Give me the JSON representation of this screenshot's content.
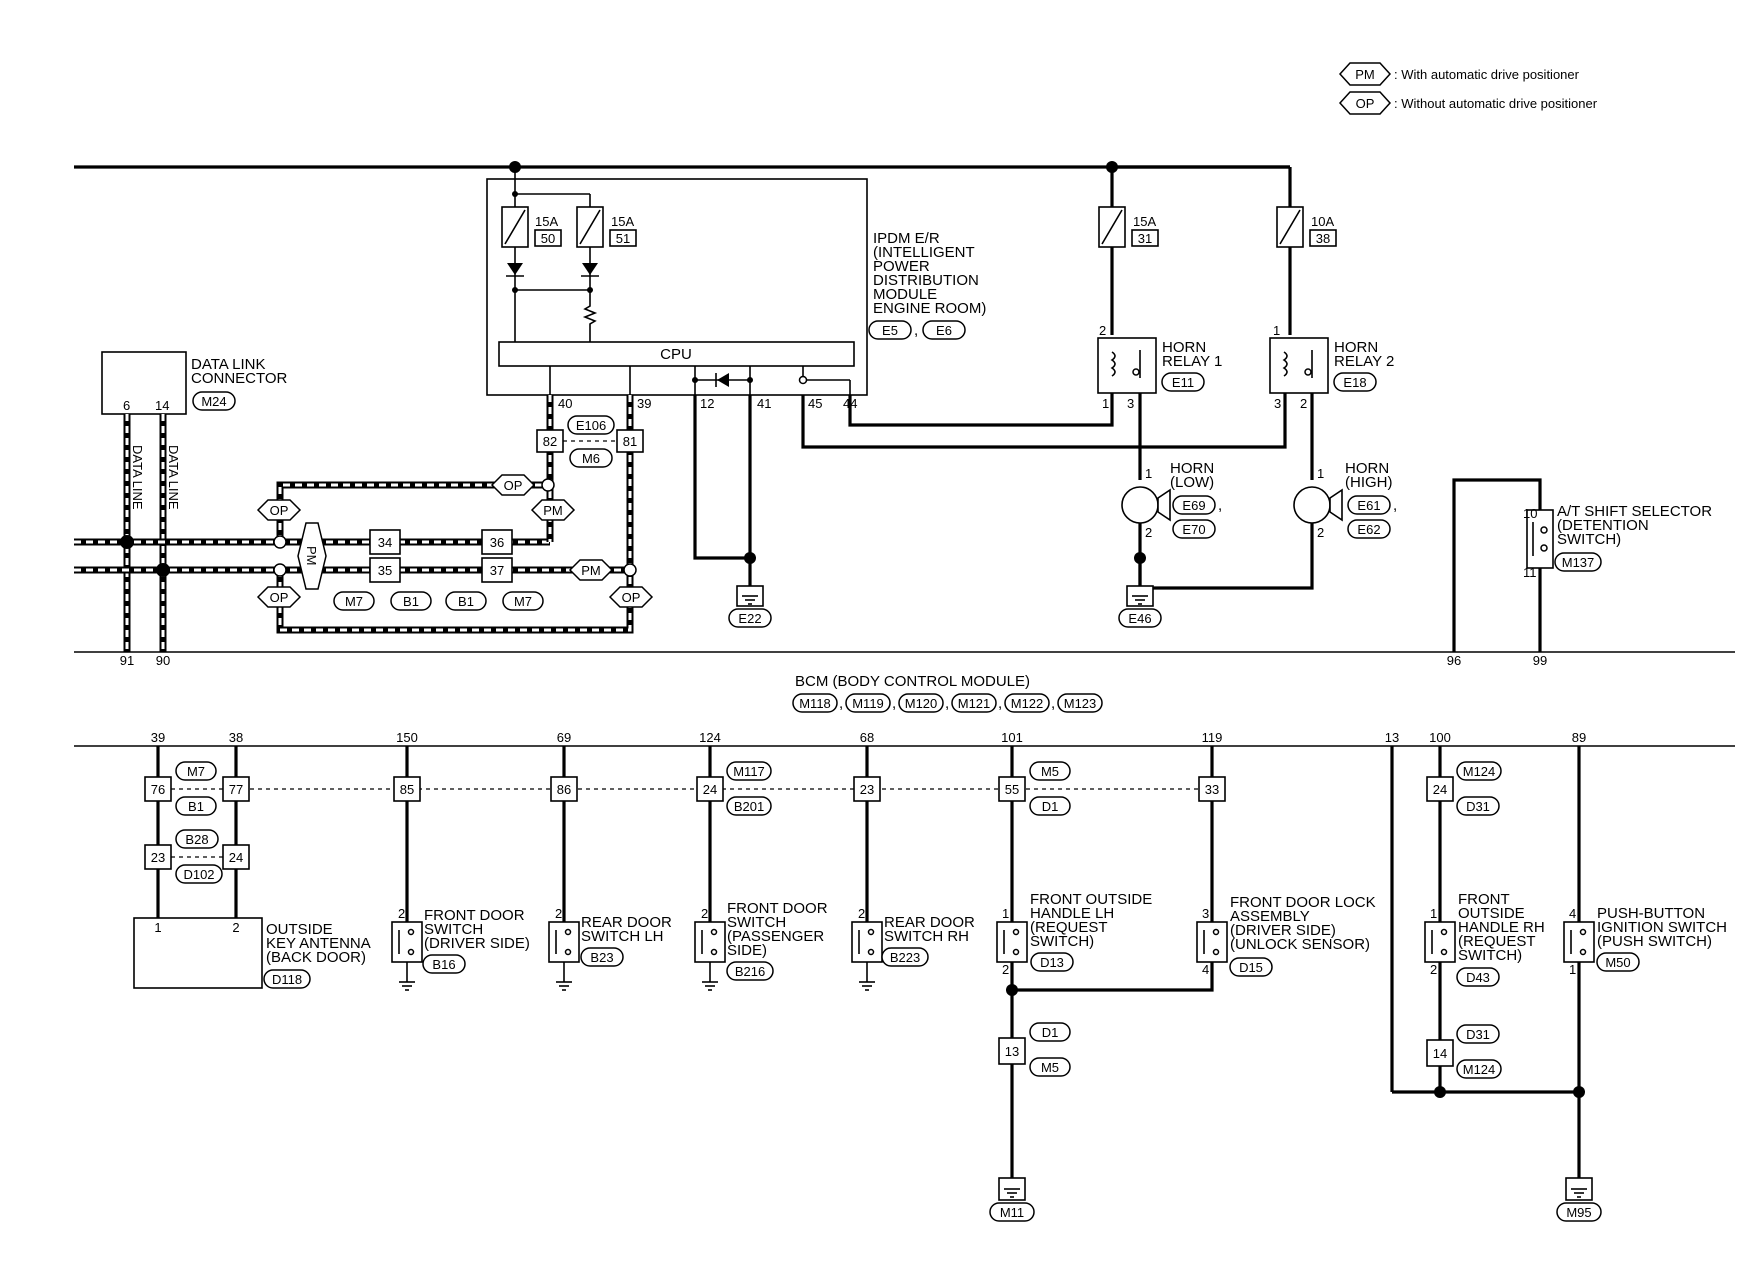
{
  "legend": [
    {
      "tag": "PM",
      "text": ": With automatic drive positioner"
    },
    {
      "tag": "OP",
      "text": ": Without automatic drive positioner"
    }
  ],
  "ipdm": {
    "title_lines": [
      "IPDM E/R",
      "(INTELLIGENT",
      " POWER",
      " DISTRIBUTION",
      " MODULE",
      " ENGINE ROOM)"
    ],
    "connectors": [
      "E5",
      "E6"
    ],
    "cpu": "CPU",
    "fuse_a": {
      "amps": "15A",
      "num": "50"
    },
    "fuse_b": {
      "amps": "15A",
      "num": "51"
    },
    "pins": {
      "p40": "40",
      "p39": "39",
      "p12": "12",
      "p41": "41",
      "p45": "45",
      "p44": "44"
    }
  },
  "fuse_31": {
    "amps": "15A",
    "num": "31"
  },
  "fuse_38": {
    "amps": "10A",
    "num": "38"
  },
  "horn_relay_1": {
    "lines": [
      "HORN",
      "RELAY 1"
    ],
    "conn": "E11",
    "p2": "2",
    "p1": "1",
    "p3": "3"
  },
  "horn_relay_2": {
    "lines": [
      "HORN",
      "RELAY 2"
    ],
    "conn": "E18",
    "p1": "1",
    "p3": "3",
    "p2": "2"
  },
  "horn_low": {
    "lines": [
      "HORN",
      "(LOW)"
    ],
    "conn1": "E69",
    "conn2": "E70",
    "p1": "1",
    "p2": "2",
    "comma": ","
  },
  "horn_high": {
    "lines": [
      "HORN",
      "(HIGH)"
    ],
    "conn1": "E61",
    "conn2": "E62",
    "p1": "1",
    "p2": "2",
    "comma": ","
  },
  "grounds_top": {
    "e22": "E22",
    "e46": "E46"
  },
  "data_link": {
    "lines": [
      "DATA LINK",
      "CONNECTOR"
    ],
    "conn": "M24",
    "p6": "6",
    "p14": "14",
    "wire_a": "DATA LINE",
    "wire_b": "DATA LINE"
  },
  "junction": {
    "e106": "E106",
    "m6": "M6",
    "p82": "82",
    "p81": "81",
    "pm": "PM",
    "op": "OP",
    "p34": "34",
    "p35": "35",
    "p36": "36",
    "p37": "37",
    "m7": "M7",
    "b1": "B1"
  },
  "at_shift": {
    "lines": [
      "A/T SHIFT SELECTOR",
      "(DETENTION",
      " SWITCH)"
    ],
    "conn": "M137",
    "p10": "10",
    "p11": "11"
  },
  "bcm": {
    "title": "BCM (BODY CONTROL MODULE)",
    "connectors": [
      "M118",
      "M119",
      "M120",
      "M121",
      "M122",
      "M123"
    ],
    "top_pins": {
      "p91": "91",
      "p90": "90",
      "p96": "96",
      "p99": "99"
    },
    "bottom_pins": [
      "39",
      "38",
      "150",
      "69",
      "124",
      "68",
      "101",
      "119",
      "13",
      "100",
      "89"
    ]
  },
  "antenna": {
    "lines": [
      "OUTSIDE",
      "KEY ANTENNA",
      "(BACK DOOR)"
    ],
    "conn": "D118",
    "p76": "76",
    "p77": "77",
    "m7": "M7",
    "b1": "B1",
    "p23": "23",
    "p24": "24",
    "b28": "B28",
    "d102": "D102",
    "pin1": "1",
    "pin2": "2"
  },
  "front_door_switch_driver": {
    "lines": [
      "FRONT DOOR",
      "SWITCH",
      "(DRIVER SIDE)"
    ],
    "conn": "B16",
    "jpin": "85",
    "p2": "2"
  },
  "rear_door_switch_lh": {
    "lines": [
      "REAR DOOR",
      "SWITCH LH"
    ],
    "conn": "B23",
    "jpin": "86",
    "p2": "2"
  },
  "front_door_switch_passenger": {
    "lines": [
      "FRONT DOOR",
      "SWITCH",
      "(PASSENGER",
      " SIDE)"
    ],
    "conn": "B216",
    "jpin": "24",
    "m117": "M117",
    "b201": "B201",
    "p2": "2"
  },
  "rear_door_switch_rh": {
    "lines": [
      "REAR DOOR",
      "SWITCH RH"
    ],
    "conn": "B223",
    "jpin": "23",
    "p2": "2"
  },
  "front_outside_handle_lh": {
    "lines": [
      "FRONT OUTSIDE",
      "HANDLE LH",
      "(REQUEST",
      " SWITCH)"
    ],
    "conn": "D13",
    "jpin": "55",
    "m5": "M5",
    "d1": "D1",
    "p1": "1",
    "p2": "2"
  },
  "front_door_lock": {
    "lines": [
      "FRONT DOOR LOCK",
      "ASSEMBLY",
      "(DRIVER SIDE)",
      "(UNLOCK SENSOR)"
    ],
    "conn": "D15",
    "jpin": "33",
    "p3": "3",
    "p4": "4"
  },
  "lh_ground_joint": {
    "jpin": "13",
    "d1": "D1",
    "m5": "M5",
    "ground": "M11"
  },
  "front_outside_handle_rh": {
    "lines": [
      "FRONT",
      "OUTSIDE",
      "HANDLE RH",
      "(REQUEST",
      " SWITCH)"
    ],
    "conn": "D43",
    "jpin": "24",
    "m124": "M124",
    "d31": "D31",
    "p1": "1",
    "p2": "2"
  },
  "rh_ground_joint": {
    "jpin": "14",
    "d31": "D31",
    "m124": "M124"
  },
  "push_button": {
    "lines": [
      "PUSH-BUTTON",
      "IGNITION SWITCH",
      "(PUSH SWITCH)"
    ],
    "conn": "M50",
    "p4": "4",
    "p1": "1",
    "ground": "M95"
  }
}
